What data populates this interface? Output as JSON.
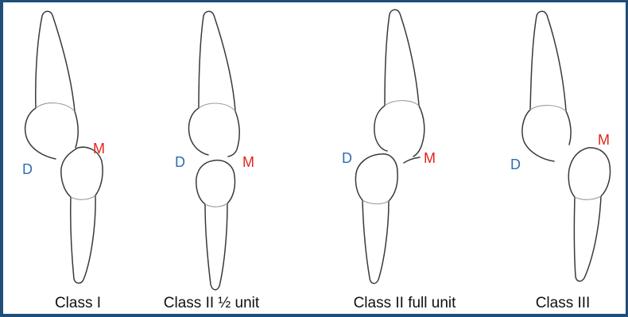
{
  "colors": {
    "border": "#1f4e79",
    "distal": "#2e6db4",
    "mesial": "#e3241b",
    "outline": "#3a3a3a"
  },
  "panels": [
    {
      "caption": "Class I",
      "mesial_label": "M",
      "distal_label": "D"
    },
    {
      "caption": "Class II ½ unit",
      "mesial_label": "M",
      "distal_label": "D"
    },
    {
      "caption": "Class II full unit",
      "mesial_label": "M",
      "distal_label": "D"
    },
    {
      "caption": "Class III",
      "mesial_label": "M",
      "distal_label": "D"
    }
  ]
}
